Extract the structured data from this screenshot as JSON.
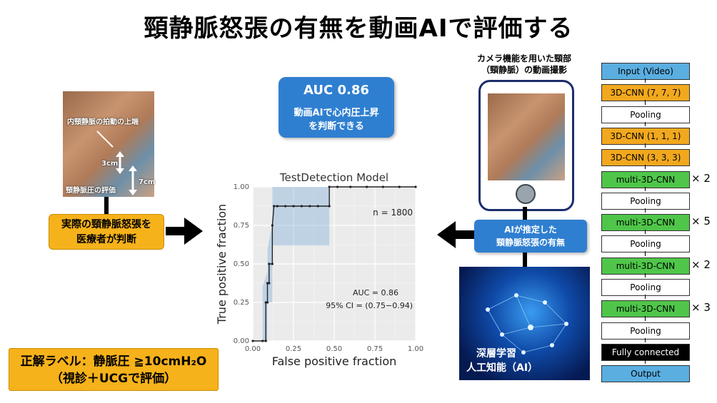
{
  "title": "頸静脈怒張の有無を動画AIで評価する",
  "photo_labels": {
    "upper_end": "内頸静脈の拍動の上端",
    "d1": "3cm",
    "d2": "7cm",
    "assessment": "頸静脈圧の評価"
  },
  "judge_box": {
    "line1": "実際の頸静脈怒張を",
    "line2": "医療者が判断"
  },
  "auc_box": {
    "title": "AUC 0.86",
    "line1": "動画AIで心内圧上昇",
    "line2": "を判断できる"
  },
  "label_box": {
    "line1": "正解ラベル：静脈圧 ≧10cmH₂O",
    "line2": "（視診＋UCGで評価）"
  },
  "camera_caption": {
    "line1": "カメラ機能を用いた頸部",
    "line2": "（頸静脈）の動画撮影"
  },
  "ai_box": {
    "line1": "AIが推定した",
    "line2": "頸静脈怒張の有無"
  },
  "brain_caption": {
    "line1": "深層学習",
    "line2": "人工知能（AI）"
  },
  "architecture": [
    {
      "label": "Input (Video)",
      "kind": "input",
      "mult": ""
    },
    {
      "label": "3D-CNN (7, 7, 7)",
      "kind": "orange",
      "mult": ""
    },
    {
      "label": "Pooling",
      "kind": "white",
      "mult": ""
    },
    {
      "label": "3D-CNN (1, 1, 1)",
      "kind": "orange",
      "mult": ""
    },
    {
      "label": "3D-CNN (3, 3, 3)",
      "kind": "orange",
      "mult": ""
    },
    {
      "label": "multi-3D-CNN",
      "kind": "green",
      "mult": "× 2"
    },
    {
      "label": "Pooling",
      "kind": "white",
      "mult": ""
    },
    {
      "label": "multi-3D-CNN",
      "kind": "green",
      "mult": "× 5"
    },
    {
      "label": "Pooling",
      "kind": "white",
      "mult": ""
    },
    {
      "label": "multi-3D-CNN",
      "kind": "green",
      "mult": "× 2"
    },
    {
      "label": "Pooling",
      "kind": "white",
      "mult": ""
    },
    {
      "label": "multi-3D-CNN",
      "kind": "green",
      "mult": "× 3"
    },
    {
      "label": "Pooling",
      "kind": "white",
      "mult": ""
    },
    {
      "label": "Fully connected",
      "kind": "black",
      "mult": ""
    },
    {
      "label": "Output",
      "kind": "input",
      "mult": ""
    }
  ],
  "chart_data": {
    "type": "line",
    "title": "TestDetection Model",
    "xlabel": "False positive fraction",
    "ylabel": "True positive fraction",
    "xlim": [
      0,
      1
    ],
    "ylim": [
      0,
      1
    ],
    "xticks": [
      "0.00",
      "0.25",
      "0.50",
      "0.75",
      "1.00"
    ],
    "yticks": [
      "0.00",
      "0.25",
      "0.50",
      "0.75",
      "1.00"
    ],
    "minor_xticks": [
      0.125,
      0.375,
      0.625,
      0.875
    ],
    "grid": true,
    "annotations": [
      "n = 1800",
      "AUC = 0.86",
      "95% CI = (0.75−0.94)"
    ],
    "roc": {
      "x": [
        0,
        0.06,
        0.08,
        0.08,
        0.09,
        0.09,
        0.1,
        0.1,
        0.12,
        0.12,
        0.13,
        0.15,
        0.2,
        0.25,
        0.3,
        0.35,
        0.4,
        0.47,
        0.47,
        0.52,
        0.6,
        0.7,
        0.8,
        0.9,
        1.0
      ],
      "y": [
        0,
        0,
        0,
        0.25,
        0.25,
        0.375,
        0.375,
        0.5,
        0.5,
        0.75,
        0.875,
        0.875,
        0.875,
        0.875,
        0.875,
        0.875,
        0.875,
        0.875,
        1.0,
        1.0,
        1.0,
        1.0,
        1.0,
        1.0,
        1.0
      ]
    },
    "ci_band": {
      "x": [
        0.06,
        0.09,
        0.09,
        0.12,
        0.12,
        0.15,
        0.47,
        0.47,
        0.15,
        0.12,
        0.12,
        0.09,
        0.09,
        0.06
      ],
      "y": [
        0.0,
        0.0,
        0.25,
        0.25,
        0.62,
        0.62,
        0.62,
        1.0,
        1.0,
        1.0,
        0.75,
        0.6,
        0.45,
        0.35
      ]
    }
  }
}
